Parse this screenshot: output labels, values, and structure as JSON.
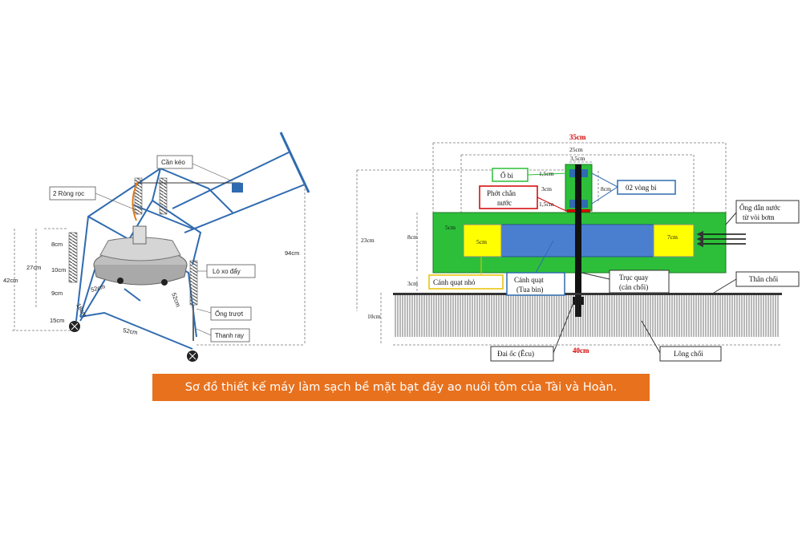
{
  "left": {
    "labels": {
      "can_keo": "Cần kéo",
      "rong_roc": "2 Ròng rọc",
      "lo_xo": "Lò xo đẩy",
      "ong_truot": "Ống trượt",
      "thanh_ray": "Thanh ray"
    },
    "dims": {
      "d8": "8cm",
      "d27": "27cm",
      "d10": "10cm",
      "d42": "42cm",
      "d9": "9cm",
      "d15": "15cm",
      "d52a": "52cm",
      "d18": "18cm",
      "d52b": "52cm",
      "d52c": "52cm",
      "d94": "94cm"
    }
  },
  "right": {
    "labels": {
      "o_bi": "Ổ bi",
      "phot_1": "Phớt chắn",
      "phot_2": "nước",
      "vong_bi": "02 vòng bi",
      "ong_dan_1": "Ống dẫn nước",
      "ong_dan_2": "từ vòi bơm",
      "canh_quat_nho": "Cánh quạt nhỏ",
      "canh_quat_1": "Cánh quạt",
      "canh_quat_2": "(Tua bin)",
      "truc_quay_1": "Trục quay",
      "truc_quay_2": "(cán chổi)",
      "than_choi": "Thân chổi",
      "dai_oc": "Đai ốc (Êcu)",
      "long_choi": "Lông chổi"
    },
    "dims": {
      "d35": "35cm",
      "d25": "25cm",
      "d35s": "3,5cm",
      "d15a": "1,5cm",
      "d3": "3cm",
      "d15b": "1,5cm",
      "d8r": "8cm",
      "d23": "23cm",
      "d8l": "8cm",
      "d5a": "5cm",
      "d5b": "5cm",
      "d7": "7cm",
      "d3l": "3cm",
      "d10": "10cm",
      "d40": "40cm"
    }
  },
  "caption": "Sơ đồ thiết kế máy làm sạch bề mặt bạt đáy ao nuôi tôm của Tài và Hoàn.",
  "colors": {
    "frame": "#2f6bb0",
    "housing": "#2dbf3a",
    "turbine": "#4a7fd0",
    "small_fan": "#ffff00",
    "caption_bg": "#e8711e",
    "red_label": "#d40000"
  }
}
